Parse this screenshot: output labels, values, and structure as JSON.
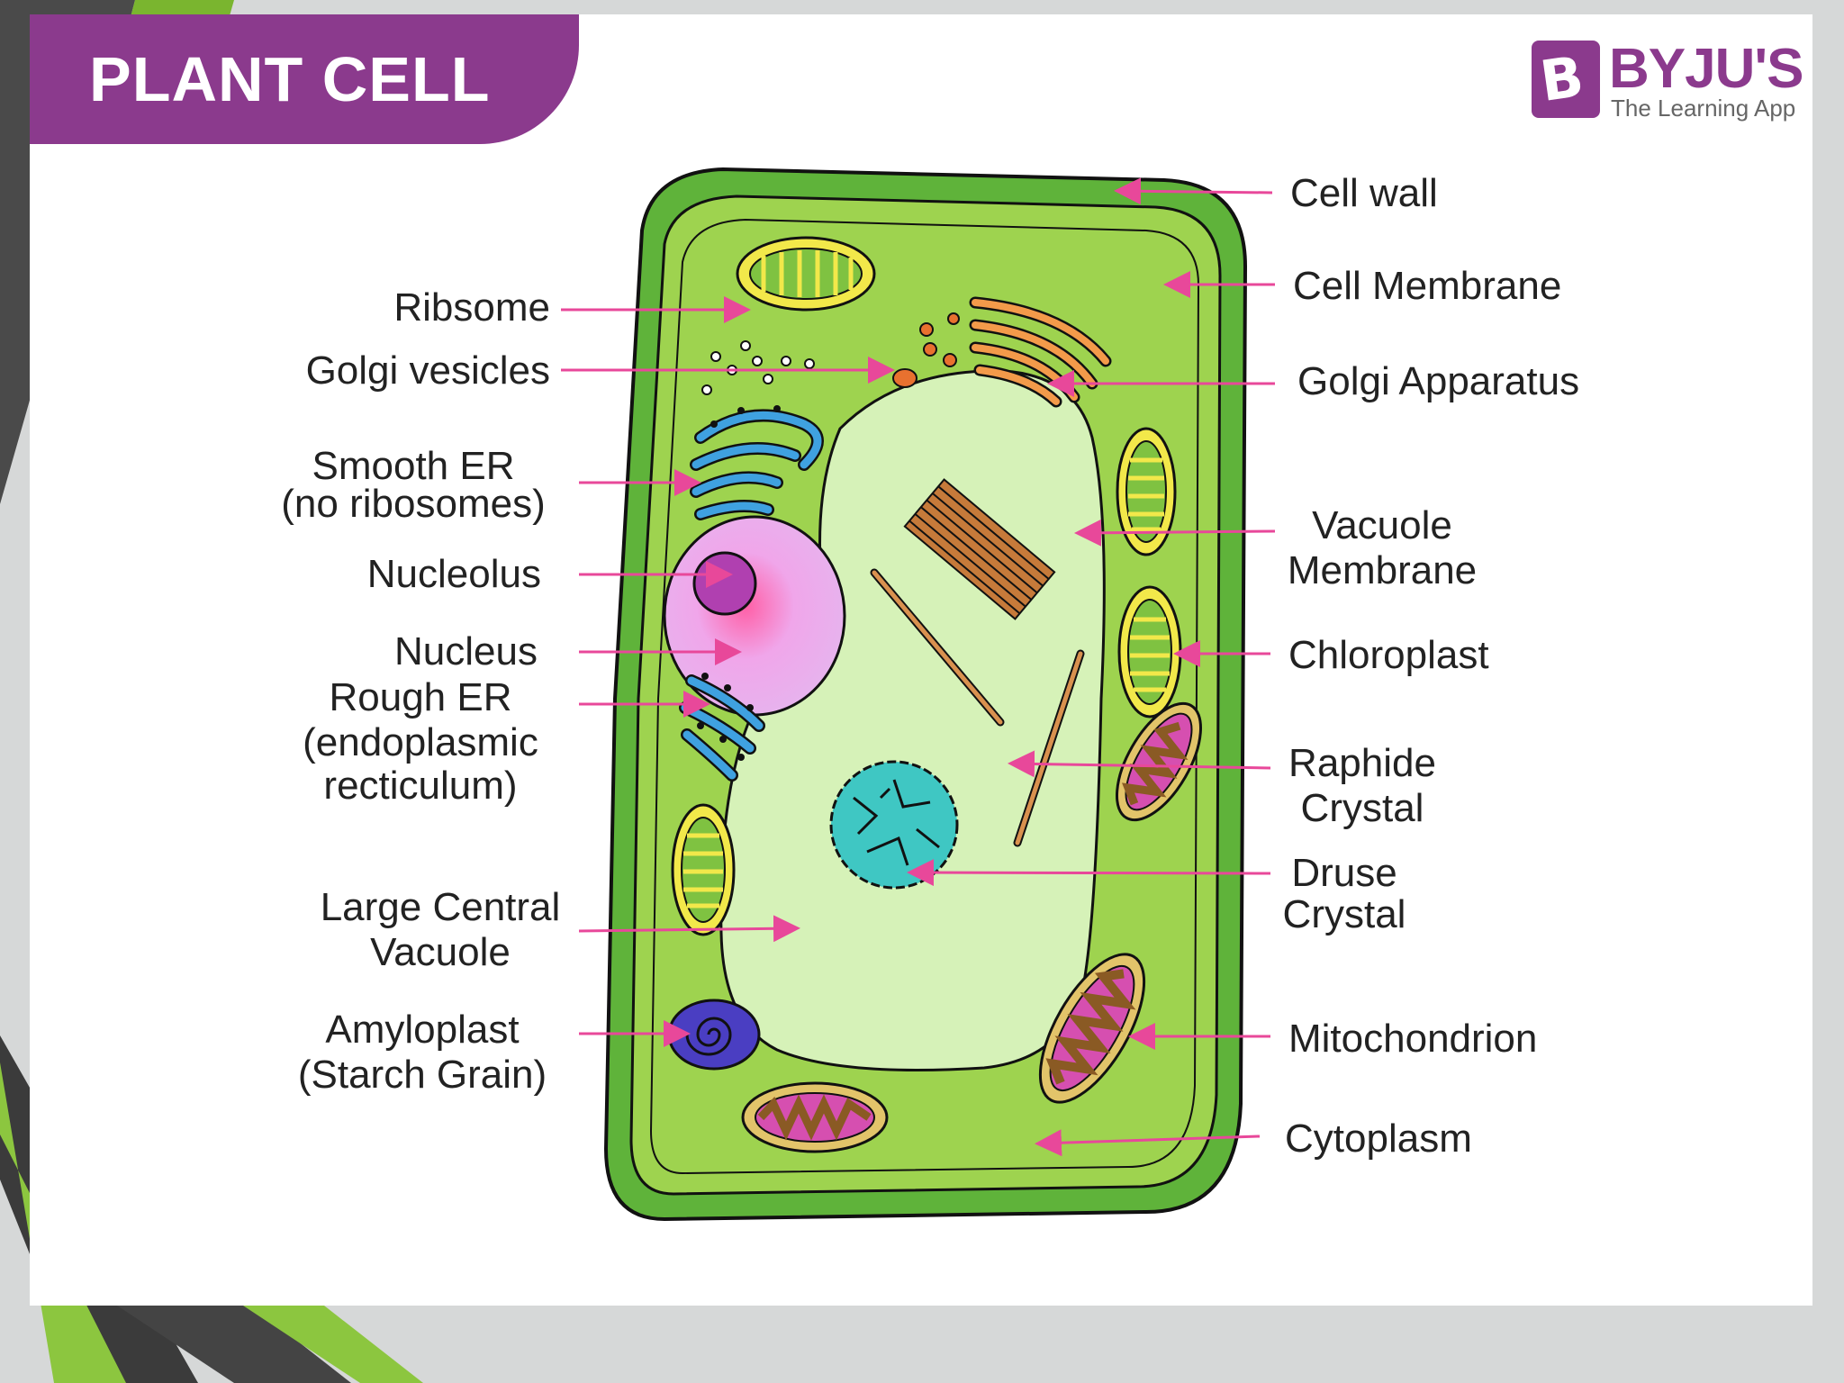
{
  "title": "PLANT CELL",
  "logo": {
    "name": "BYJU'S",
    "mark": "B",
    "tagline": "The Learning App"
  },
  "labels": {
    "ribosome": "Ribsome",
    "golgi_vesicles": "Golgi vesicles",
    "smooth_er_1": "Smooth ER",
    "smooth_er_2": "(no ribosomes)",
    "nucleolus": "Nucleolus",
    "nucleus": "Nucleus",
    "rough_er_1": "Rough ER",
    "rough_er_2": "(endoplasmic",
    "rough_er_3": "recticulum)",
    "vacuole_1": "Large Central",
    "vacuole_2": "Vacuole",
    "amyloplast_1": "Amyloplast",
    "amyloplast_2": "(Starch Grain)",
    "cell_wall": "Cell wall",
    "cell_membrane": "Cell Membrane",
    "golgi_apparatus": "Golgi Apparatus",
    "vacuole_membrane_1": "Vacuole",
    "vacuole_membrane_2": "Membrane",
    "chloroplast": "Chloroplast",
    "raphide_1": "Raphide",
    "raphide_2": "Crystal",
    "druse_1": "Druse",
    "druse_2": "Crystal",
    "mitochondrion": "Mitochondrion",
    "cytoplasm": "Cytoplasm"
  },
  "colors": {
    "brand": "#8b3a8d",
    "cell_wall": "#5fb33a",
    "cytoplasm": "#9ed34f",
    "vacuole": "#d6f2b8",
    "leader_line": "#e8489a",
    "nucleus": "#e6a9e6",
    "nucleolus": "#b040b0"
  }
}
